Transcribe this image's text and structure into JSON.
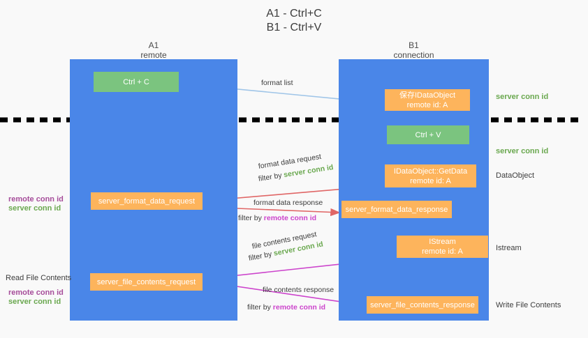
{
  "title": {
    "line1": "A1 - Ctrl+C",
    "line2": "B1 - Ctrl+V"
  },
  "lanes": [
    {
      "id": "a1",
      "name": "A1",
      "sub": "remote"
    },
    {
      "id": "b1",
      "name": "B1",
      "sub": "connection"
    }
  ],
  "boxes": {
    "ctrl_c": "Ctrl + C",
    "save_idataobject_line1": "保存IDataObject",
    "save_idataobject_line2": "remote id: A",
    "ctrl_v": "Ctrl + V",
    "getdata_line1": "IDataObject::GetData",
    "getdata_line2": "remote id: A",
    "format_data_request": "server_format_data_request",
    "format_data_response": "server_format_data_response",
    "istream_line1": "IStream",
    "istream_line2": "remote id: A",
    "file_contents_request": "server_file_contents_request",
    "file_contents_response": "server_file_contents_response"
  },
  "right_labels": {
    "server_conn_id_1": "server conn id",
    "server_conn_id_2": "server conn id",
    "dataobject": "DataObject",
    "istream": "Istream",
    "write_file_contents": "Write File Contents"
  },
  "left_labels": {
    "remote_conn_id_1": "remote conn id",
    "server_conn_id_1": "server conn id",
    "read_file_contents": "Read File Contents",
    "remote_conn_id_2": "remote conn id",
    "server_conn_id_2": "server conn id"
  },
  "edges": {
    "format_list": "format list",
    "format_data_request": "format data request",
    "format_data_request_filter_prefix": "filter by ",
    "format_data_request_filter_value": "server conn id",
    "format_data_response": "format data response",
    "format_data_response_filter_prefix": "filter by ",
    "format_data_response_filter_value": "remote conn id",
    "file_contents_request": "file contents request",
    "file_contents_request_filter_prefix": "filter by ",
    "file_contents_request_filter_value": "server conn id",
    "file_contents_response": "file contents response",
    "file_contents_response_filter_prefix": "filter by ",
    "file_contents_response_filter_value": "remote conn id"
  },
  "colors": {
    "lane": "#4a86e8",
    "green_box": "#7bc47f",
    "orange_box": "#fdb45c",
    "green_text": "#6aa84f",
    "purple_text": "#a64d9a",
    "magenta": "#cc44cc",
    "red_arrow": "#e06666",
    "light_blue_arrow": "#9fc5e8",
    "black": "#000000",
    "background": "#f9f9f9"
  }
}
